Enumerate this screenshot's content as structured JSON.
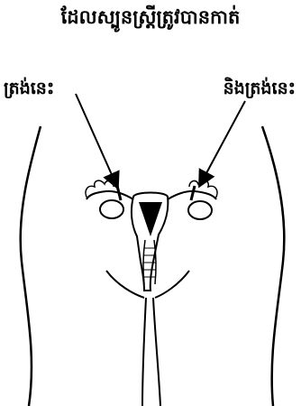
{
  "title": "ដែលស្បូនស្ត្រីត្រូវបានកាត់",
  "labels": {
    "left": "ត្រង់នេះ",
    "right": "និងត្រង់នេះ"
  },
  "colors": {
    "ink": "#000000",
    "background": "#ffffff"
  }
}
